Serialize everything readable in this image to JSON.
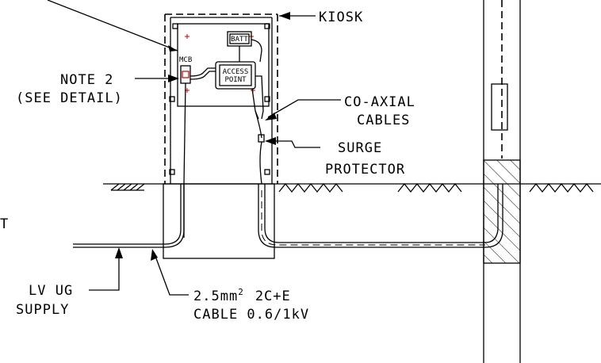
{
  "labels": {
    "kiosk": "KIOSK",
    "note2_line1": "NOTE 2",
    "note2_line2": "(SEE DETAIL)",
    "coaxial_line1": "CO-AXIAL",
    "coaxial_line2": "CABLES",
    "surge_line1": "SURGE",
    "surge_line2": "PROTECTOR",
    "lv_line1": "LV UG",
    "lv_line2": "SUPPLY",
    "cable_line1_prefix": "2.5mm",
    "cable_line1_sup": "2",
    "cable_line1_suffix": "2C+E",
    "cable_line2": "CABLE 0.6/1kV",
    "partial_left": "T"
  },
  "components": {
    "batt": "BATT",
    "mcb": "MCB",
    "access_point_line1": "ACCESS",
    "access_point_line2": "POINT"
  },
  "colors": {
    "line": "#000000",
    "accent": "#cc0000",
    "background": "#ffffff"
  }
}
